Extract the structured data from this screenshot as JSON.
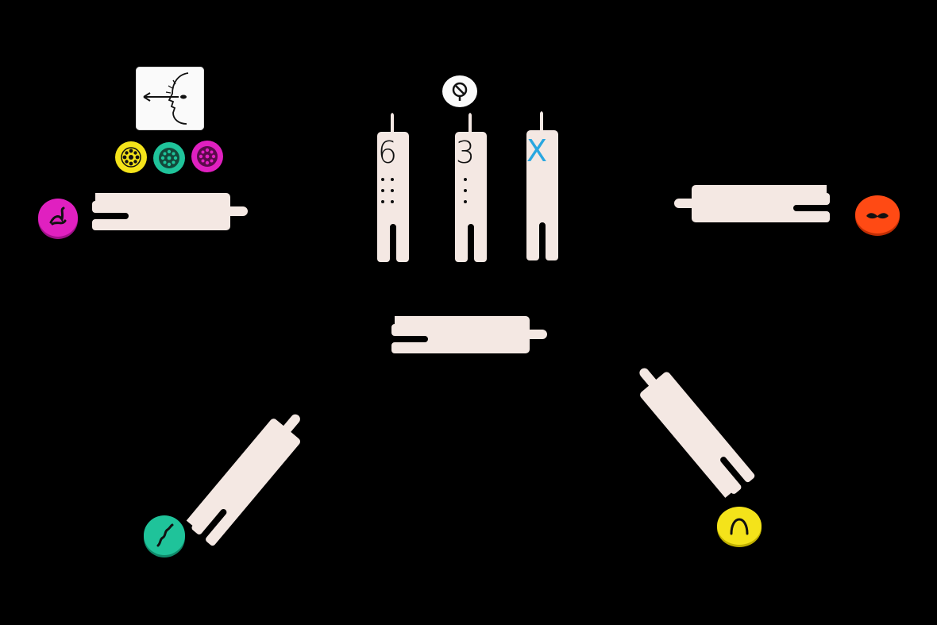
{
  "board": {
    "background": "#000000"
  },
  "colors": {
    "stick": "#f4e8e3",
    "stick_edge": "#d9c9c2",
    "magenta": "#e020c0",
    "teal": "#1fc39a",
    "yellow": "#f4e31a",
    "orange": "#ff4a14",
    "blue_x": "#2aa7e0",
    "ink": "#111111"
  },
  "action_card": {
    "icon": "look-left-card-icon"
  },
  "pool_tokens": [
    {
      "color": "yellow",
      "icon": "dotted-disc-icon"
    },
    {
      "color": "teal",
      "icon": "dotted-disc-icon"
    },
    {
      "color": "magenta",
      "icon": "dotted-disc-icon"
    }
  ],
  "no_sign": {
    "icon": "no-symbol-icon"
  },
  "score_sticks": [
    {
      "label": "6",
      "pips": 6
    },
    {
      "label": "3",
      "pips": 3
    },
    {
      "label": "X",
      "pips": 0
    }
  ],
  "players": [
    {
      "name": "magenta",
      "token_icon": "wave-glyph-icon"
    },
    {
      "name": "orange",
      "token_icon": "mustache-glyph-icon"
    },
    {
      "name": "teal",
      "token_icon": "squiggle-glyph-icon"
    },
    {
      "name": "yellow",
      "token_icon": "arch-glyph-icon"
    }
  ]
}
